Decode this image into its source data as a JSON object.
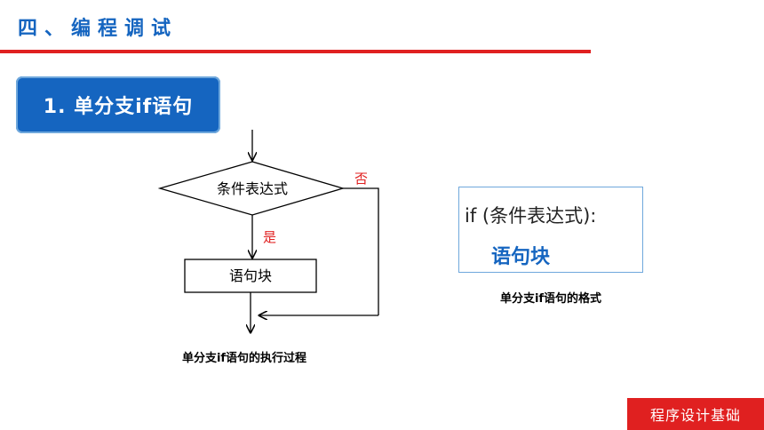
{
  "header": {
    "section_title": "四、编程调试"
  },
  "subtitle": {
    "label": "1. 单分支if语句"
  },
  "flowchart": {
    "condition_label": "条件表达式",
    "true_label": "是",
    "false_label": "否",
    "block_label": "语句块",
    "caption": "单分支if语句的执行过程"
  },
  "syntax": {
    "line1": "if (条件表达式):",
    "line2": "语句块",
    "caption": "单分支if语句的格式"
  },
  "footer": {
    "label": "程序设计基础"
  },
  "colors": {
    "accent_blue": "#1565c0",
    "accent_red": "#e02020"
  }
}
